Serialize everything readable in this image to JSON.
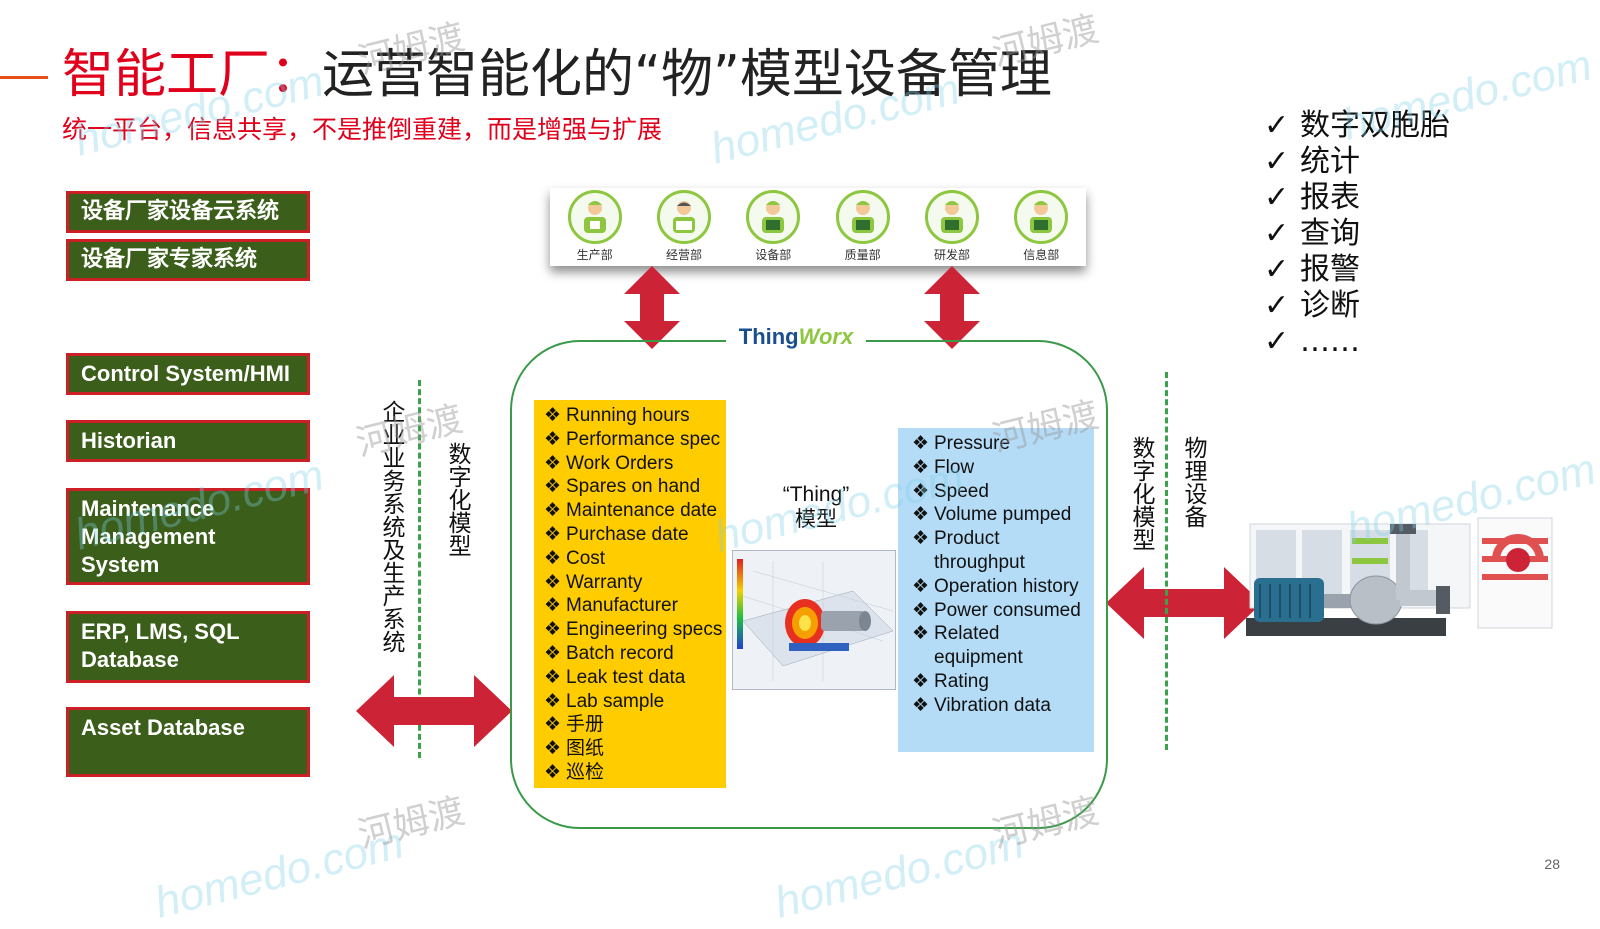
{
  "header": {
    "title_red": "智能工厂：",
    "title_main": "运营智能化的“物”模型设备管理",
    "subtitle": "统一平台，信息共享，不是推倒重建，而是增强与扩展"
  },
  "left_systems": [
    {
      "label": "设备厂家设备云系统"
    },
    {
      "label": "设备厂家专家系统"
    },
    {
      "label": "Control System/HMI"
    },
    {
      "label": "Historian"
    },
    {
      "label": "Maintenance Management System"
    },
    {
      "label": "ERP, LMS, SQL Database"
    },
    {
      "label": "Asset Database"
    }
  ],
  "departments": [
    {
      "label": "生产部",
      "icon": "worker-icon"
    },
    {
      "label": "经营部",
      "icon": "manager-icon"
    },
    {
      "label": "设备部",
      "icon": "engineer-icon"
    },
    {
      "label": "质量部",
      "icon": "inspector-icon"
    },
    {
      "label": "研发部",
      "icon": "researcher-icon"
    },
    {
      "label": "信息部",
      "icon": "it-icon"
    }
  ],
  "platform": {
    "name_a": "Thing",
    "name_b": "Worx"
  },
  "thing_model": {
    "label_line1": "“Thing”",
    "label_line2": "模型"
  },
  "yellow_items": [
    "Running hours",
    "Performance spec",
    "Work Orders",
    "Spares on hand",
    "Maintenance date",
    "Purchase date",
    "Cost",
    "Warranty",
    "Manufacturer",
    "Engineering specs",
    "Batch record",
    "Leak test data",
    "Lab sample",
    "手册",
    "图纸",
    "巡检"
  ],
  "blue_items": [
    {
      "t": "Pressure"
    },
    {
      "t": "Flow"
    },
    {
      "t": "Speed"
    },
    {
      "t": "Volume pumped"
    },
    {
      "t": "Product",
      "c": "throughput"
    },
    {
      "t": "Operation history"
    },
    {
      "t": "Power consumed"
    },
    {
      "t": "Related",
      "c": "equipment"
    },
    {
      "t": "Rating"
    },
    {
      "t": "Vibration data"
    }
  ],
  "vertical_labels": {
    "enterprise": "企业业务系统及生产系统",
    "digital_left": "数字化模型",
    "digital_right": "数字化模型",
    "physical": "物理设备"
  },
  "features": [
    "数字双胞胎",
    "统计",
    "报表",
    "查询",
    "报警",
    "诊断",
    "……"
  ],
  "feature_mark": "✓",
  "bullet": "❖",
  "watermark": {
    "brand": "homedo.com",
    "cn": "河姆渡"
  },
  "page_number": "28",
  "colors": {
    "box_green": "#3b5e1a",
    "box_border": "#cc2027",
    "arrow_red": "#cc2436",
    "yellow": "#ffcc00",
    "blue": "#b5dcf7",
    "title_red": "#e0001b"
  }
}
